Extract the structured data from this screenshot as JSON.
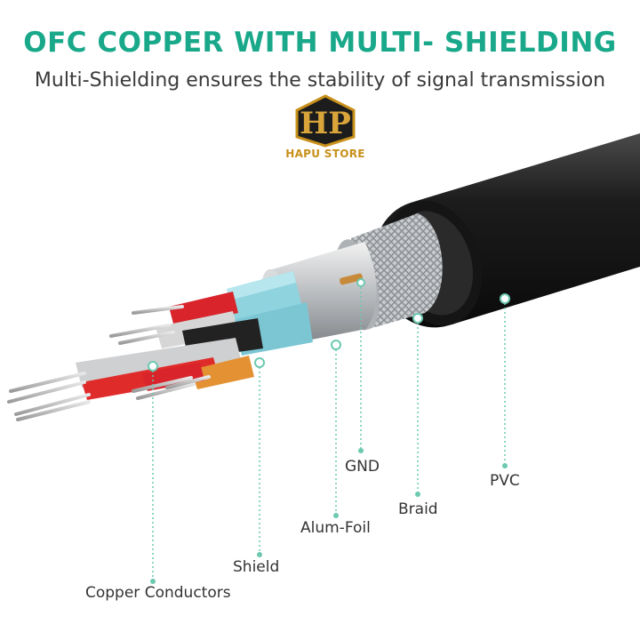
{
  "header": {
    "title": "OFC COPPER WITH MULTI- SHIELDING",
    "subtitle": "Multi-Shielding ensures the stability of signal transmission"
  },
  "logo": {
    "initials": "HP",
    "text": "HAPU STORE"
  },
  "colors": {
    "accent": "#19a88a",
    "text": "#333333",
    "logo_gold": "#c8901a",
    "cable_jacket": "#1a1a1a",
    "pointer": "#6cc9b0"
  },
  "callouts": [
    {
      "key": "pvc",
      "label": "PVC"
    },
    {
      "key": "braid",
      "label": "Braid"
    },
    {
      "key": "gnd",
      "label": "GND"
    },
    {
      "key": "alum_foil",
      "label": "Alum-Foil"
    },
    {
      "key": "shield",
      "label": "Shield"
    },
    {
      "key": "copper_conductors",
      "label": "Copper Conductors"
    }
  ]
}
